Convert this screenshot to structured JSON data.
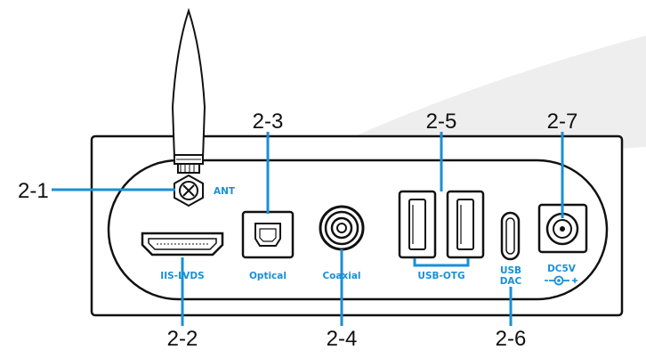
{
  "colors": {
    "accent": "#1a8fd6",
    "outline": "#111111",
    "panel": "#ffffff",
    "watermark": "#eeeeee"
  },
  "callouts": {
    "c1": "2-1",
    "c2": "2-2",
    "c3": "2-3",
    "c4": "2-4",
    "c5": "2-5",
    "c6": "2-6",
    "c7": "2-7"
  },
  "ports": {
    "ant": "ANT",
    "iis_lvds": "IIS-LVDS",
    "optical": "Optical",
    "coaxial": "Coaxial",
    "usb_otg": "USB-OTG",
    "usb_dac_line1": "USB",
    "usb_dac_line2": "DAC",
    "dc5v": "DC5V"
  },
  "icons": {
    "antenna": "antenna-icon",
    "hdmi": "hdmi-port-icon",
    "optical": "optical-port-icon",
    "coaxial": "rca-port-icon",
    "usb_a": "usb-a-port-icon",
    "usb_c": "usb-c-port-icon",
    "dc": "dc-barrel-jack-icon",
    "polarity": "polarity-symbol-icon"
  }
}
